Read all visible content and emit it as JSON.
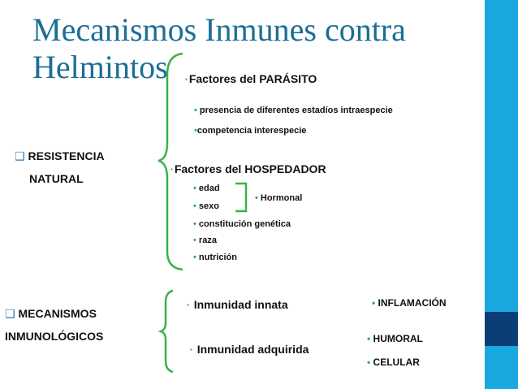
{
  "slide": {
    "title_line1": "Mecanismos Inmunes contra",
    "title_line2": "Helmintos",
    "checkbox_glyph": "❑",
    "bullet_glyph": "▪",
    "dot_glyph": "•",
    "section1": {
      "label_line1": "RESISTENCIA",
      "label_line2": "NATURAL",
      "parasite_factors": {
        "heading": "Factores del PARÁSITO",
        "items": [
          "presencia de diferentes estadíos intraespecie",
          "competencia interespecie"
        ]
      },
      "host_factors": {
        "heading": "Factores del HOSPEDADOR",
        "items": [
          "edad",
          "sexo",
          "constitución genética",
          "raza",
          "nutrición"
        ],
        "group_label": "Hormonal"
      }
    },
    "section2": {
      "label_line1": "MECANISMOS",
      "label_line2": "INMUNOLÓGICOS",
      "innate": {
        "heading": "Inmunidad innata",
        "detail": "INFLAMACIÓN"
      },
      "acquired": {
        "heading": "Inmunidad adquirida",
        "details": [
          "HUMORAL",
          "CELULAR"
        ]
      }
    },
    "colors": {
      "title": "#1c6e96",
      "accent_green": "#37b34a",
      "checkbox_blue": "#2a7ab8",
      "sidebar": "#1aa8e0",
      "sidebar_dark": "#0a3e75"
    }
  }
}
